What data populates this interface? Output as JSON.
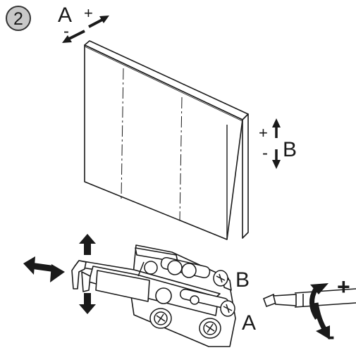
{
  "step": {
    "number": "2"
  },
  "cabinet_adjust": {
    "depth_label": "A",
    "depth_plus": "+",
    "depth_minus": "-",
    "height_label": "B",
    "height_plus": "+",
    "height_minus": "-"
  },
  "hinge_detail": {
    "label_b": "B",
    "label_a": "A",
    "rotate_plus": "+",
    "rotate_minus": "-"
  },
  "colors": {
    "line": "#1a1a1a",
    "fill": "#ffffff",
    "step_badge": "#c8c8c8"
  }
}
